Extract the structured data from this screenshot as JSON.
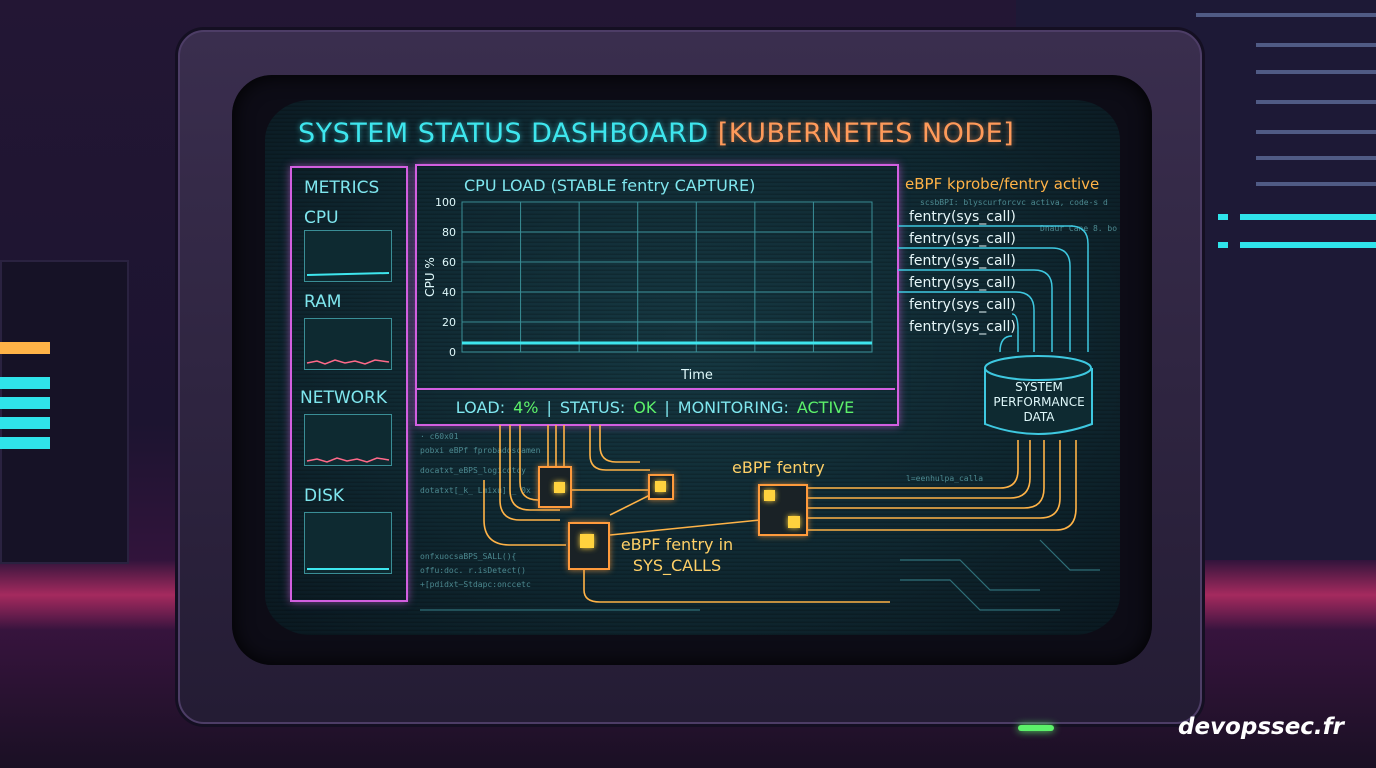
{
  "dashboard": {
    "title_main": "SYSTEM STATUS DASHBOARD",
    "title_node": "[KUBERNETES NODE]"
  },
  "metrics": {
    "heading": "METRICS",
    "items": [
      {
        "label": "CPU"
      },
      {
        "label": "RAM"
      },
      {
        "label": "NETWORK"
      },
      {
        "label": "DISK"
      }
    ]
  },
  "chart_data": {
    "type": "line",
    "title": "CPU LOAD (STABLE fentry CAPTURE)",
    "xlabel": "Time",
    "ylabel": "CPU %",
    "ylim": [
      0,
      100
    ],
    "yticks": [
      "100",
      "80",
      "60",
      "40",
      "20",
      "0"
    ],
    "grid": true,
    "series": [
      {
        "values": [
          6,
          6,
          6,
          6,
          6,
          6,
          6,
          6,
          6,
          6,
          6,
          6
        ]
      }
    ]
  },
  "status_bar": {
    "load_label": "LOAD:",
    "load_value": "4%",
    "status_label": "STATUS:",
    "status_value": "OK",
    "monitoring_label": "MONITORING:",
    "monitoring_value": "ACTIVE",
    "separator": "|"
  },
  "ebpf": {
    "header": "eBPF kprobe/fentry active",
    "calls": [
      "fentry(sys_call)",
      "fentry(sys_call)",
      "fentry(sys_call)",
      "fentry(sys_call)",
      "fentry(sys_call)",
      "fentry(sys_call)"
    ],
    "database_label": "SYSTEM PERFORMANCE DATA",
    "fentry_label": "eBPF fentry",
    "fentry_syscalls_label": "eBPF fentry in SYS_CALLS"
  },
  "brand": "devopssec.fr",
  "colors": {
    "cyan": "#3ee6ee",
    "magenta": "#d25fe0",
    "orange": "#ff9a5a",
    "green": "#5cf06a",
    "amber": "#ffd067"
  }
}
